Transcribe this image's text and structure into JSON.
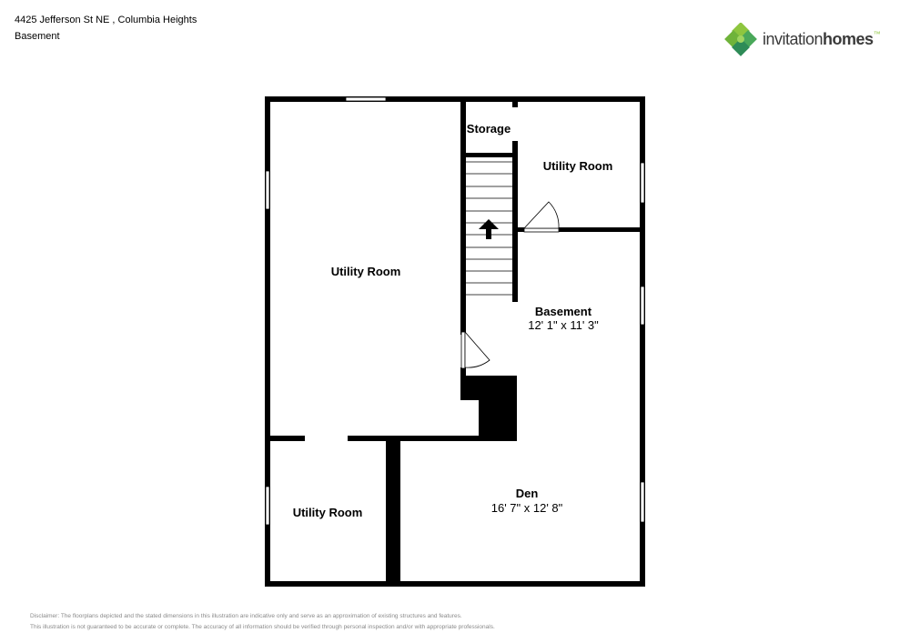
{
  "header": {
    "address": "4425 Jefferson St NE , Columbia Heights",
    "level": "Basement"
  },
  "logo": {
    "text_light": "invitation",
    "text_bold": "homes",
    "text_mark": "™",
    "colors": {
      "primary": "#8ec63f",
      "dark": "#2e8b57",
      "text": "#3a3a3a"
    }
  },
  "rooms": {
    "utility_main": {
      "name": "Utility Room"
    },
    "storage": {
      "name": "Storage"
    },
    "utility_upper_right": {
      "name": "Utility Room"
    },
    "basement": {
      "name": "Basement",
      "dimensions": "12' 1\" x 11' 3\""
    },
    "utility_lower_left": {
      "name": "Utility Room"
    },
    "den": {
      "name": "Den",
      "dimensions": "16' 7\" x 12' 8\""
    }
  },
  "disclaimer": {
    "line1": "Disclaimer: The floorplans depicted and the stated dimensions in this illustration are indicative only and serve as an approximation of existing structures and features.",
    "line2": "This illustration is not guaranteed to be accurate or complete. The accuracy of all information should be verified through personal inspection and/or with appropriate professionals."
  }
}
